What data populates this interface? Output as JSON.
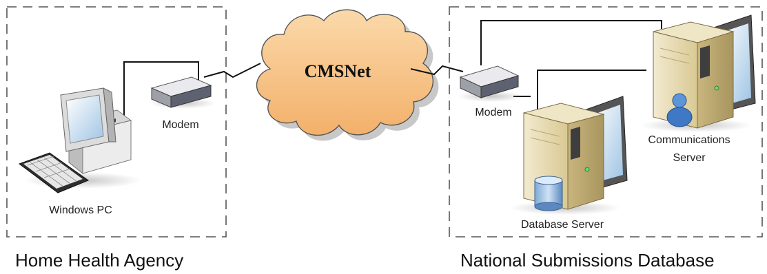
{
  "left_zone": {
    "caption": "Home Health Agency",
    "devices": {
      "pc_label": "Windows PC",
      "modem_label": "Modem"
    }
  },
  "network": {
    "label": "CMSNet"
  },
  "right_zone": {
    "caption": "National Submissions Database",
    "devices": {
      "modem_label": "Modem",
      "db_server_label": "Database Server",
      "comm_server_label_line1": "Communications",
      "comm_server_label_line2": "Server"
    }
  },
  "colors": {
    "cloud_fill": "#f7c58c",
    "cloud_stroke": "#555555",
    "zone_border": "#555555",
    "server_body": "#e8dcb0",
    "link_line": "#111111"
  }
}
